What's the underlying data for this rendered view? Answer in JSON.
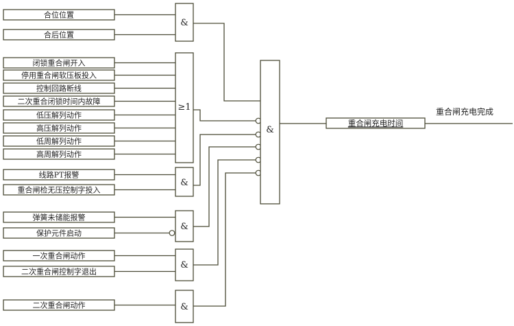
{
  "inputs": [
    {
      "id": "in-1",
      "label": "合位位置"
    },
    {
      "id": "in-2",
      "label": "合后位置"
    },
    {
      "id": "in-3",
      "label": "闭锁重合闸开入"
    },
    {
      "id": "in-4",
      "label": "停用重合闸软压板投入"
    },
    {
      "id": "in-5",
      "label": "控制回路断线"
    },
    {
      "id": "in-6",
      "label": "二次重合闭锁时间内故障"
    },
    {
      "id": "in-7",
      "label": "低压解列动作"
    },
    {
      "id": "in-8",
      "label": "高压解列动作"
    },
    {
      "id": "in-9",
      "label": "低周解列动作"
    },
    {
      "id": "in-10",
      "label": "高周解列动作"
    },
    {
      "id": "in-11",
      "label": "线路PT报警"
    },
    {
      "id": "in-12",
      "label": "重合闸检无压控制字投入"
    },
    {
      "id": "in-13",
      "label": "弹簧未储能报警"
    },
    {
      "id": "in-14",
      "label": "保护元件启动"
    },
    {
      "id": "in-15",
      "label": "一次重合闸动作"
    },
    {
      "id": "in-16",
      "label": "二次重合闸控制字退出"
    },
    {
      "id": "in-17",
      "label": "二次重合闸动作"
    }
  ],
  "gates": {
    "and_1": "&",
    "or_1": "≥1",
    "and_2": "&",
    "and_3": "&",
    "and_4": "&",
    "and_5": "&",
    "and_main": "&"
  },
  "timer": {
    "label": "重合闸充电时间"
  },
  "output": {
    "label": "重合闸充电完成"
  }
}
